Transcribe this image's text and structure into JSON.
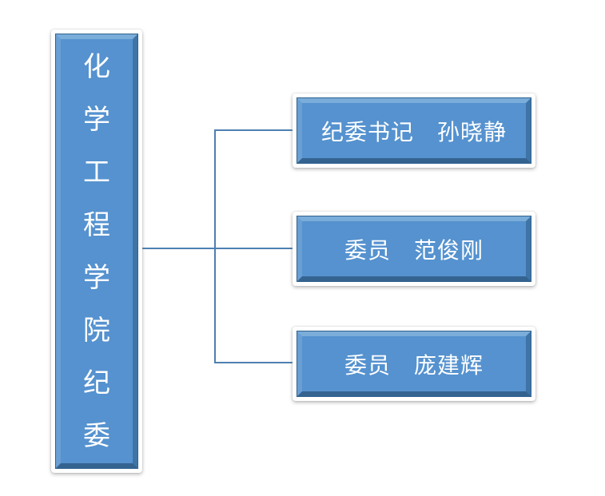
{
  "diagram": {
    "type": "org-chart",
    "root": {
      "label": "化学工程学院纪委",
      "chars": [
        "化",
        "学",
        "工",
        "程",
        "学",
        "院",
        "纪",
        "委"
      ]
    },
    "members": [
      {
        "label": "纪委书记　孙晓静"
      },
      {
        "label": "委员　范俊刚"
      },
      {
        "label": "委员　庞建辉"
      }
    ]
  },
  "colors": {
    "box_fill": "#5592cf",
    "box_border": "#2e618f",
    "bevel_top": "#7badda",
    "bevel_right": "#3f74a6",
    "bevel_bottom": "#356390",
    "bevel_left": "#6a9fd4",
    "connector": "#4e80b1",
    "text": "#ffffff"
  }
}
